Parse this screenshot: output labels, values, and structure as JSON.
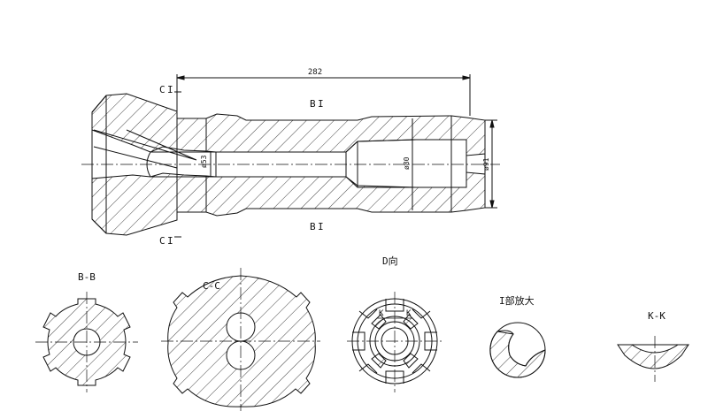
{
  "main_view": {
    "dim_length": "282",
    "dia_1": "ø53",
    "dia_2": "ø80",
    "dia_3": "ø91",
    "cut_b_top": "B",
    "cut_b_bottom": "B",
    "cut_c_top": "C",
    "cut_c_bottom": "C",
    "detail_mark": "I"
  },
  "views": {
    "bb_title": "B-B",
    "cc_title": "C-C",
    "d_title": "D向",
    "k_label_left": "K",
    "k_label_right": "K",
    "detail_title": "I部放大",
    "kk_title": "K-K"
  },
  "colors": {
    "line": "#111111",
    "center_line": "#111111",
    "background": "#ffffff"
  }
}
